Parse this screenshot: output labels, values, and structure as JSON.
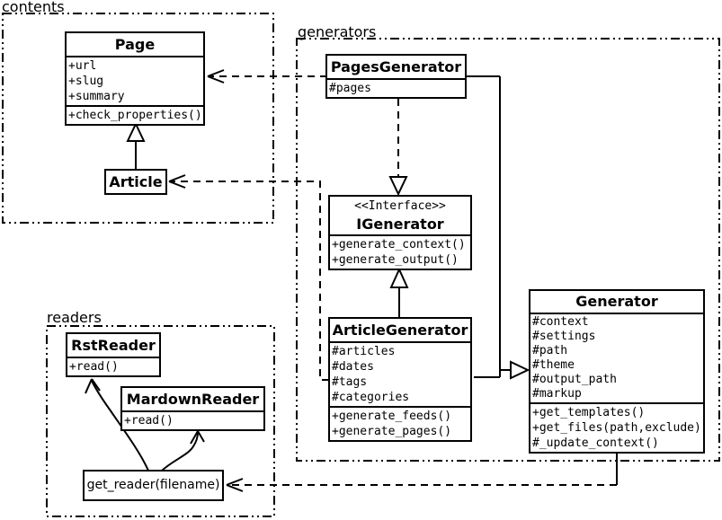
{
  "packages": {
    "contents": {
      "label": "contents"
    },
    "generators": {
      "label": "generators"
    },
    "readers": {
      "label": "readers"
    }
  },
  "classes": {
    "page": {
      "name": "Page",
      "attributes": [
        "+url",
        "+slug",
        "+summary"
      ],
      "methods": [
        "+check_properties()"
      ]
    },
    "article": {
      "name": "Article"
    },
    "pages_generator": {
      "name": "PagesGenerator",
      "attributes": [
        "#pages"
      ]
    },
    "igenerator": {
      "stereotype": "<<Interface>>",
      "name": "IGenerator",
      "methods": [
        "+generate_context()",
        "+generate_output()"
      ]
    },
    "article_generator": {
      "name": "ArticleGenerator",
      "attributes": [
        "#articles",
        "#dates",
        "#tags",
        "#categories"
      ],
      "methods": [
        "+generate_feeds()",
        "+generate_pages()"
      ]
    },
    "generator": {
      "name": "Generator",
      "attributes": [
        "#context",
        "#settings",
        "#path",
        "#theme",
        "#output_path",
        "#markup"
      ],
      "methods": [
        "+get_templates()",
        "+get_files(path,exclude)",
        "#_update_context()"
      ]
    },
    "rst_reader": {
      "name": "RstReader",
      "methods": [
        "+read()"
      ]
    },
    "mardown_reader": {
      "name": "MardownReader",
      "methods": [
        "+read()"
      ]
    },
    "get_reader": {
      "label": "get_reader(filename)"
    }
  },
  "relationships": [
    {
      "from": "Article",
      "to": "Page",
      "type": "generalization"
    },
    {
      "from": "PagesGenerator",
      "to": "Page",
      "type": "dependency"
    },
    {
      "from": "ArticleGenerator",
      "to": "Article",
      "type": "dependency"
    },
    {
      "from": "PagesGenerator",
      "to": "IGenerator",
      "type": "realization"
    },
    {
      "from": "ArticleGenerator",
      "to": "IGenerator",
      "type": "generalization"
    },
    {
      "from": "PagesGenerator",
      "to": "Generator",
      "type": "generalization"
    },
    {
      "from": "ArticleGenerator",
      "to": "Generator",
      "type": "generalization"
    },
    {
      "from": "Generator",
      "to": "get_reader(filename)",
      "type": "dependency"
    },
    {
      "from": "get_reader(filename)",
      "to": "RstReader",
      "type": "call"
    },
    {
      "from": "get_reader(filename)",
      "to": "MardownReader",
      "type": "call"
    }
  ],
  "colors": {
    "line": "#000000",
    "background": "#ffffff",
    "box_fill": "#ffffff"
  }
}
